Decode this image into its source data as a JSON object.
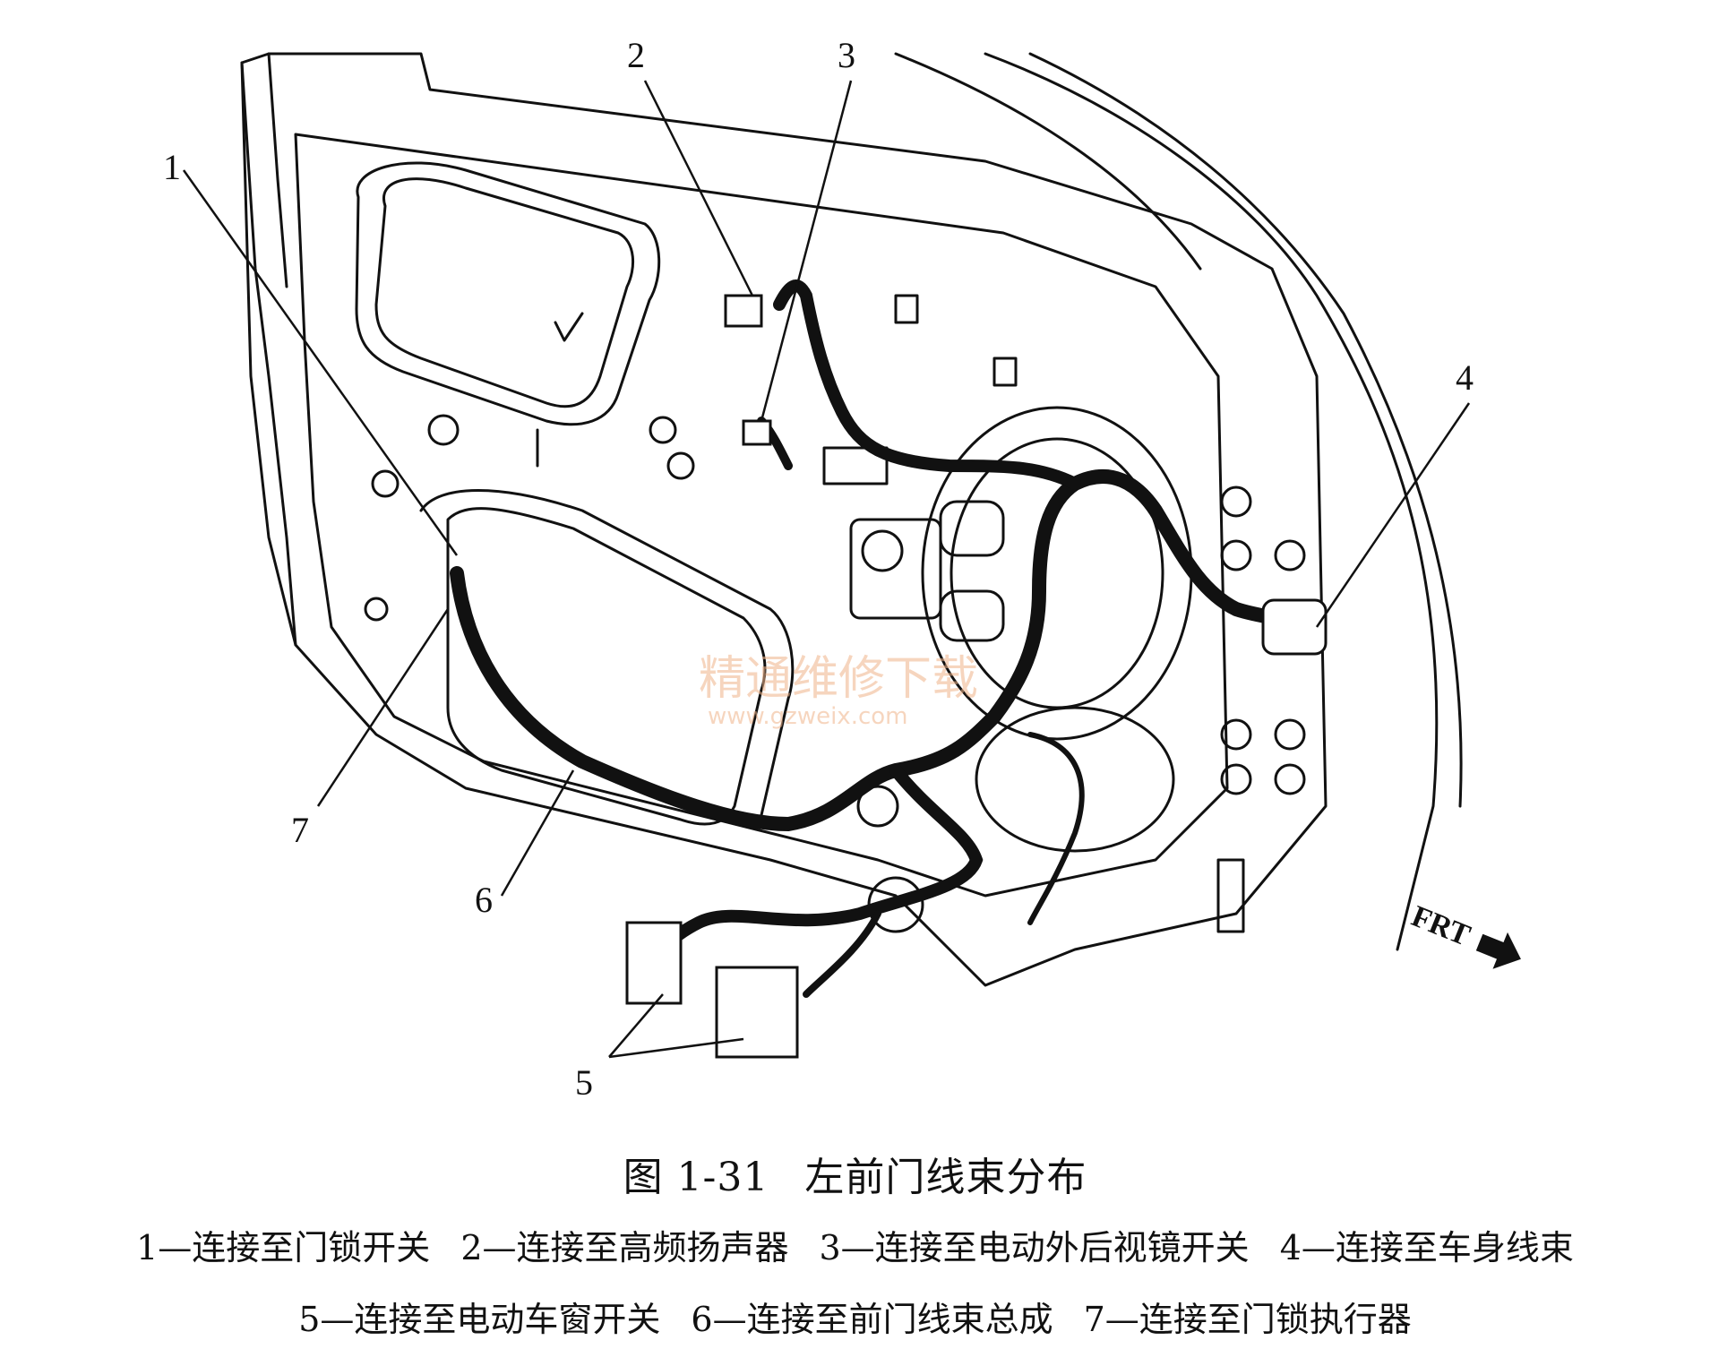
{
  "figure": {
    "number": "图 1-31",
    "title": "左前门线束分布"
  },
  "callouts": [
    {
      "id": "1",
      "label": "1"
    },
    {
      "id": "2",
      "label": "2"
    },
    {
      "id": "3",
      "label": "3"
    },
    {
      "id": "4",
      "label": "4"
    },
    {
      "id": "5",
      "label": "5"
    },
    {
      "id": "6",
      "label": "6"
    },
    {
      "id": "7",
      "label": "7"
    }
  ],
  "direction_label": "FRT",
  "watermark": {
    "text": "精通维修下载",
    "url": "www.gzweix.com"
  },
  "legend": {
    "items": [
      "1—连接至门锁开关",
      "2—连接至高频扬声器",
      "3—连接至电动外后视镜开关",
      "4—连接至车身线束",
      "5—连接至电动车窗开关",
      "6—连接至前门线束总成",
      "7—连接至门锁执行器"
    ]
  }
}
